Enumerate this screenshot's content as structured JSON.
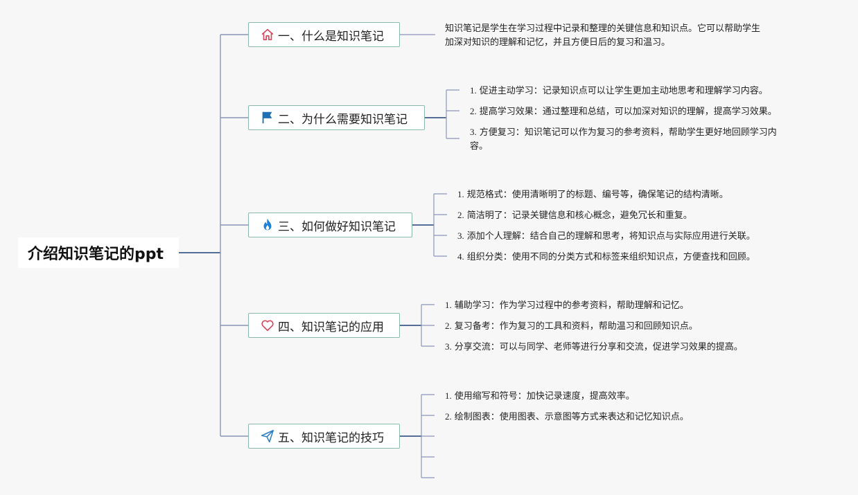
{
  "root": {
    "title": "介绍知识笔记的ppt"
  },
  "colors": {
    "main_line": "#3d5a8a",
    "sub_line": "#8a94b8",
    "topic_border": "#8ab9ad"
  },
  "topics": [
    {
      "icon": "home-icon",
      "label": "一、什么是知识笔记",
      "paragraph_lines": [
        "知识笔记是学生在学习过程中记录和整理的关键信息和知识点。它可以帮助学生",
        "加深对知识的理解和记忆，并且方便日后的复习和温习。"
      ]
    },
    {
      "icon": "flag-icon",
      "label": "二、为什么需要知识笔记",
      "items": [
        {
          "num": "1.",
          "text": "促进主动学习：记录知识点可以让学生更加主动地思考和理解学习内容。"
        },
        {
          "num": "2.",
          "text": "提高学习效果：通过整理和总结，可以加深对知识的理解，提高学习效果。"
        },
        {
          "num": "3.",
          "text": "方便复习：知识笔记可以作为复习的参考资料，帮助学生更好地回顾学习内",
          "cont": "容。"
        }
      ]
    },
    {
      "icon": "flame-icon",
      "label": "三、如何做好知识笔记",
      "items": [
        {
          "num": "1.",
          "text": "规范格式：使用清晰明了的标题、编号等，确保笔记的结构清晰。"
        },
        {
          "num": "2.",
          "text": "简洁明了：记录关键信息和核心概念，避免冗长和重复。"
        },
        {
          "num": "3.",
          "text": "添加个人理解：结合自己的理解和思考，将知识点与实际应用进行关联。"
        },
        {
          "num": "4.",
          "text": "组织分类：使用不同的分类方式和标签来组织知识点，方便查找和回顾。"
        }
      ]
    },
    {
      "icon": "heart-icon",
      "label": "四、知识笔记的应用",
      "items": [
        {
          "num": "1.",
          "text": "辅助学习：作为学习过程中的参考资料，帮助理解和记忆。"
        },
        {
          "num": "2.",
          "text": "复习备考：作为复习的工具和资料，帮助温习和回顾知识点。"
        },
        {
          "num": "3.",
          "text": "分享交流：可以与同学、老师等进行分享和交流，促进学习效果的提高。"
        }
      ]
    },
    {
      "icon": "paper-plane-icon",
      "label": "五、知识笔记的技巧",
      "items": [
        {
          "num": "1.",
          "text": "使用缩写和符号：加快记录速度，提高效率。"
        },
        {
          "num": "2.",
          "text": "绘制图表：使用图表、示意图等方式来表达和记忆知识点。"
        }
      ]
    }
  ]
}
